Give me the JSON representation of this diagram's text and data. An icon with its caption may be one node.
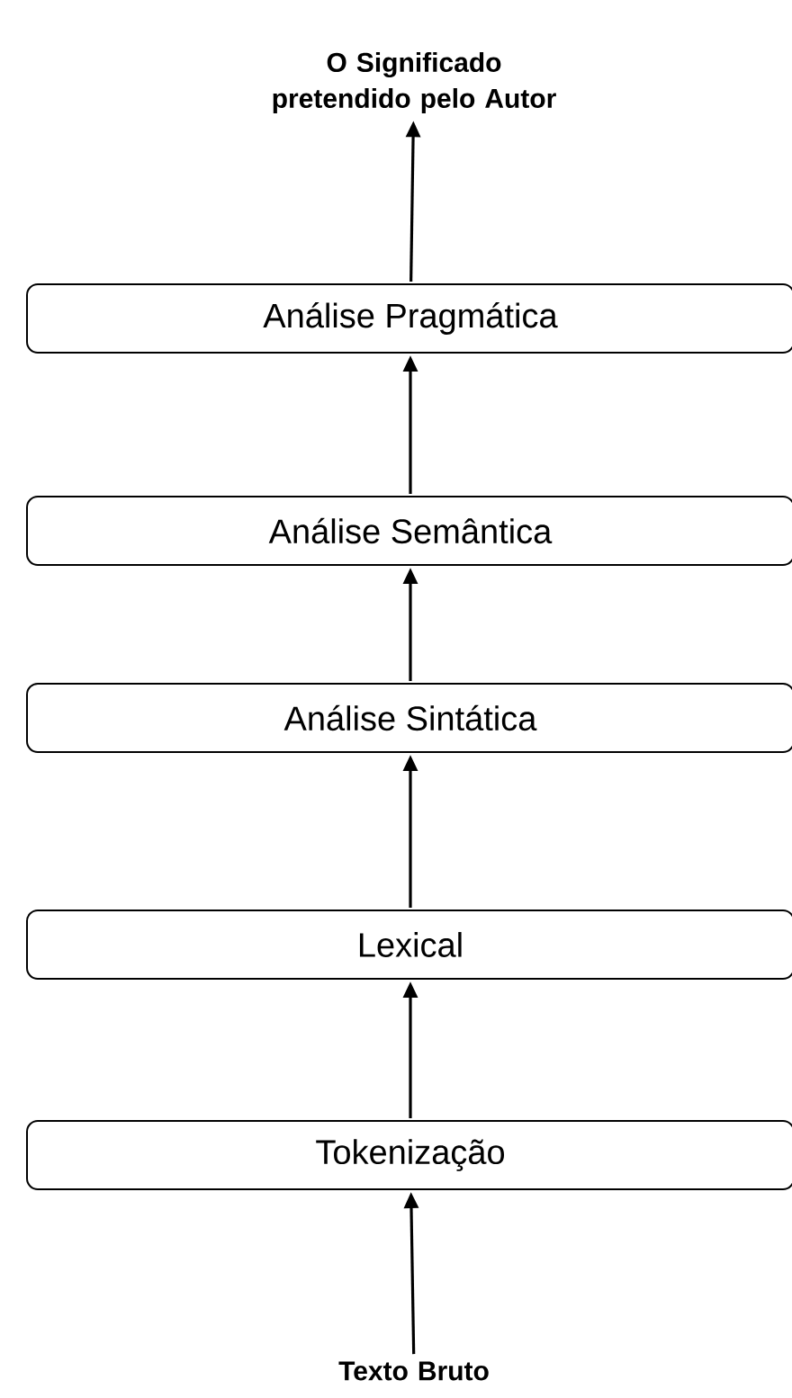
{
  "diagram": {
    "nodes": [
      {
        "text": [
          "O Significado pretendido pelo Autor"
        ]
      },
      {
        "text": [
          "Análise Pragmática"
        ]
      },
      {
        "text": [
          "Análise Semântica"
        ]
      },
      {
        "text": [
          "Análise Sintática"
        ]
      },
      {
        "text": [
          "Lexical"
        ]
      },
      {
        "text": [
          "Tokenização"
        ]
      },
      {
        "text": [
          "Texto Bruto"
        ]
      }
    ],
    "edges": [
      {
        "from": 6,
        "to": 5,
        "arrow": "to"
      },
      {
        "from": 5,
        "to": 4,
        "arrow": "to"
      },
      {
        "from": 4,
        "to": 3,
        "arrow": "to"
      },
      {
        "from": 3,
        "to": 2,
        "arrow": "to"
      },
      {
        "from": 2,
        "to": 1,
        "arrow": "to"
      },
      {
        "from": 1,
        "to": 0,
        "arrow": "to"
      }
    ]
  }
}
